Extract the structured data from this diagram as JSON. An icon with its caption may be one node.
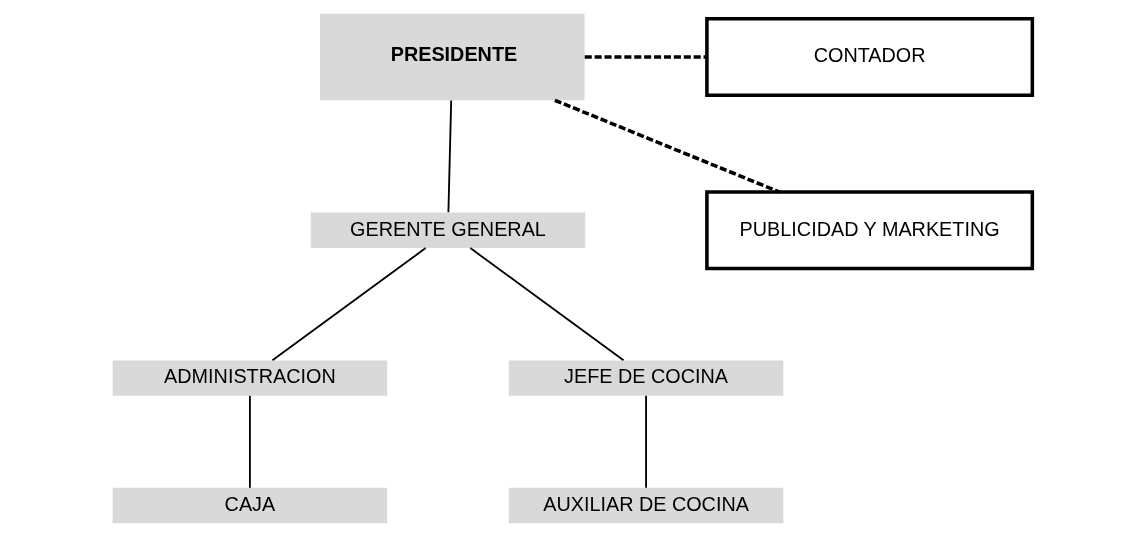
{
  "diagram": {
    "nodes": [
      {
        "text": [
          "PRESIDENTE"
        ]
      },
      {
        "text": [
          "CONTADOR"
        ]
      },
      {
        "text": [
          "PUBLICIDAD Y MARKETING"
        ]
      },
      {
        "text": [
          "GERENTE GENERAL"
        ]
      },
      {
        "text": [
          "ADMINISTRACION"
        ]
      },
      {
        "text": [
          "JEFE DE COCINA"
        ]
      },
      {
        "text": [
          "CAJA"
        ]
      },
      {
        "text": [
          "AUXILIAR DE COCINA"
        ]
      }
    ],
    "edges": [
      {
        "from": 0,
        "to": 1,
        "arrow": "none",
        "style": "dashed"
      },
      {
        "from": 0,
        "to": 2,
        "arrow": "none",
        "style": "dashed"
      },
      {
        "from": 0,
        "to": 3,
        "arrow": "none"
      },
      {
        "from": 3,
        "to": 4,
        "arrow": "none"
      },
      {
        "from": 3,
        "to": 5,
        "arrow": "none"
      },
      {
        "from": 4,
        "to": 6,
        "arrow": "none"
      },
      {
        "from": 5,
        "to": 7,
        "arrow": "none"
      }
    ]
  }
}
